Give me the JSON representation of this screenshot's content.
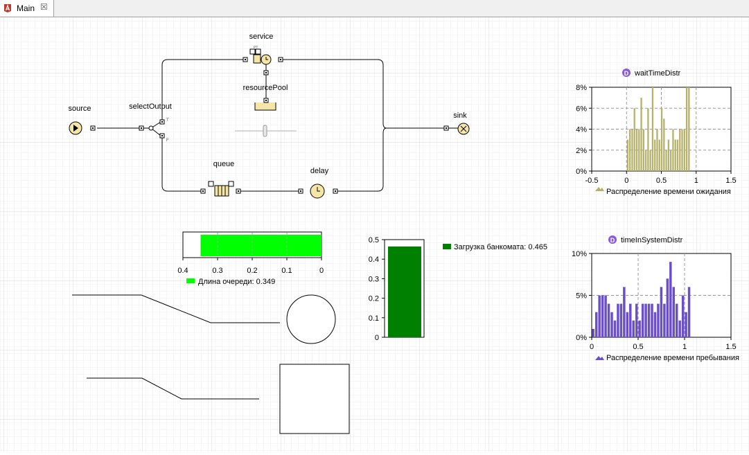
{
  "tab": {
    "label": "Main",
    "close_glyph": "☒"
  },
  "flowchart": {
    "source": "source",
    "selectOutput": "selectOutput",
    "service": "service",
    "resourcePool": "resourcePool",
    "queue": "queue",
    "delay": "delay",
    "sink": "sink",
    "port_true": "T",
    "port_false": "F",
    "port_pt": "PT"
  },
  "queue_bar": {
    "legend": "Длина очереди: 0.349",
    "value": 0.349,
    "axis_ticks": [
      "0.4",
      "0.3",
      "0.2",
      "0.1",
      "0"
    ],
    "color": "#00ff00"
  },
  "atm_bar": {
    "legend": "Загрузка банкомата: 0.465",
    "value": 0.465,
    "axis_ticks": [
      "0.5",
      "0.4",
      "0.3",
      "0.2",
      "0.1",
      "0"
    ],
    "color": "#008000"
  },
  "chart_data": [
    {
      "type": "bar",
      "title": "waitTimeDistr",
      "legend": "Распределение времени ожидания",
      "color": "#b5b06a",
      "xlim": [
        -0.5,
        1.5
      ],
      "ylim": [
        0,
        8
      ],
      "x_ticks": [
        "-0.5",
        "0",
        "0.5",
        "1",
        "1.5"
      ],
      "y_ticks": [
        "0%",
        "2%",
        "4%",
        "6%",
        "8%"
      ],
      "bin_start": 0,
      "bin_width": 0.0326,
      "values": [
        3,
        4,
        4,
        6,
        4,
        4,
        7,
        4,
        2,
        6,
        2,
        8,
        3,
        4,
        3,
        6,
        5,
        2,
        3,
        2,
        4,
        3,
        3,
        4,
        4,
        4,
        8,
        8
      ]
    },
    {
      "type": "bar",
      "title": "timeInSystemDistr",
      "legend": "Распределение времени пребывания",
      "color": "#6a4fc8",
      "xlim": [
        0,
        1.5
      ],
      "ylim": [
        0,
        10
      ],
      "x_ticks": [
        "0",
        "0.5",
        "1",
        "1.5"
      ],
      "y_ticks": [
        "0%",
        "5%",
        "10%"
      ],
      "bin_start": 0,
      "bin_width": 0.0333,
      "values": [
        1,
        3,
        5,
        5,
        5,
        4,
        3,
        2,
        4,
        4,
        6,
        3,
        4,
        2,
        4,
        2,
        4,
        4,
        4,
        4,
        3,
        4,
        6,
        4,
        7,
        9,
        6,
        4,
        2,
        5,
        3,
        6
      ]
    }
  ]
}
